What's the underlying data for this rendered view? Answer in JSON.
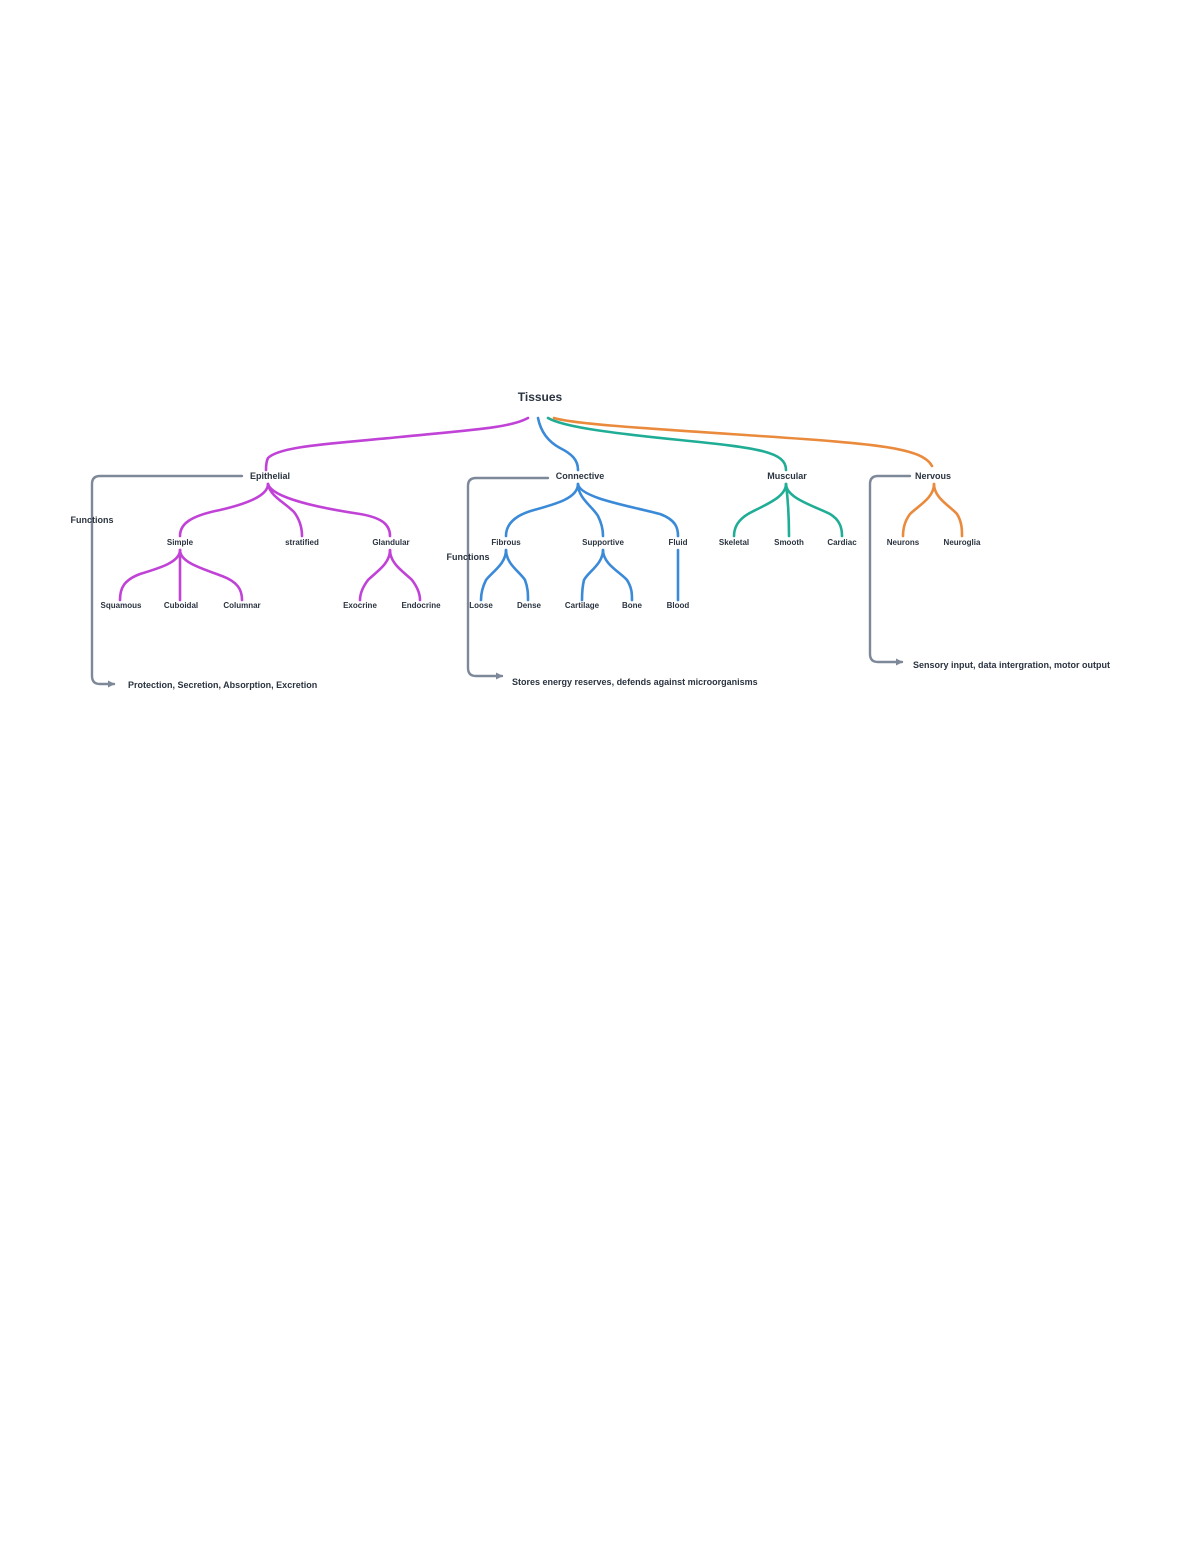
{
  "root": "Tissues",
  "colors": {
    "epithelial": "#c042d6",
    "connective": "#3b8ad8",
    "muscular": "#20ad96",
    "nervous": "#ea8a3c",
    "function": "#7d8898",
    "text": "#2b3440"
  },
  "branches": {
    "epithelial": {
      "label": "Epithelial",
      "simple": {
        "label": "Simple",
        "children": [
          "Squamous",
          "Cuboidal",
          "Columnar"
        ]
      },
      "stratified": {
        "label": "stratified"
      },
      "glandular": {
        "label": "Glandular",
        "children": [
          "Exocrine",
          "Endocrine"
        ]
      },
      "function_label": "Functions",
      "function_text": "Protection, Secretion, Absorption, Excretion"
    },
    "connective": {
      "label": "Connective",
      "fibrous": {
        "label": "Fibrous",
        "children": [
          "Loose",
          "Dense"
        ]
      },
      "supportive": {
        "label": "Supportive",
        "children": [
          "Cartilage",
          "Bone"
        ]
      },
      "fluid": {
        "label": "Fluid",
        "children": [
          "Blood"
        ]
      },
      "function_label": "Functions",
      "function_text": "Stores energy reserves, defends against microorganisms"
    },
    "muscular": {
      "label": "Muscular",
      "children": [
        "Skeletal",
        "Smooth",
        "Cardiac"
      ]
    },
    "nervous": {
      "label": "Nervous",
      "children": [
        "Neurons",
        "Neuroglia"
      ],
      "function_text": "Sensory input, data intergration, motor output"
    }
  }
}
